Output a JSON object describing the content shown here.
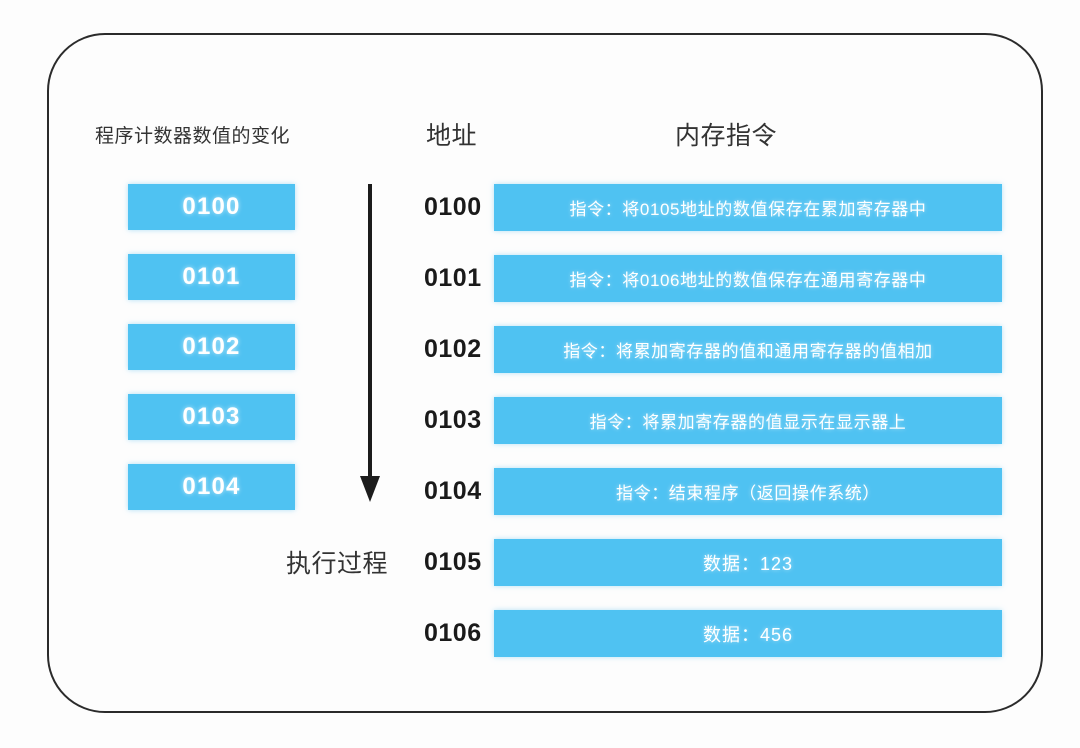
{
  "diagram": {
    "headers": {
      "program_counter": "程序计数器数值的变化",
      "address": "地址",
      "memory_instruction": "内存指令"
    },
    "execution_label": "执行过程",
    "accent_color": "#4FC2F2",
    "frame_color": "#2B2B2B",
    "arrow": {
      "name": "execution-flow-arrow",
      "direction": "down"
    },
    "program_counter_values": [
      "0100",
      "0101",
      "0102",
      "0103",
      "0104"
    ],
    "memory_rows": [
      {
        "address": "0100",
        "content": "指令：将0105地址的数值保存在累加寄存器中",
        "kind": "instruction"
      },
      {
        "address": "0101",
        "content": "指令：将0106地址的数值保存在通用寄存器中",
        "kind": "instruction"
      },
      {
        "address": "0102",
        "content": "指令：将累加寄存器的值和通用寄存器的值相加",
        "kind": "instruction"
      },
      {
        "address": "0103",
        "content": "指令：将累加寄存器的值显示在显示器上",
        "kind": "instruction"
      },
      {
        "address": "0104",
        "content": "指令：结束程序（返回操作系统）",
        "kind": "instruction"
      },
      {
        "address": "0105",
        "content": "数据：123",
        "kind": "data"
      },
      {
        "address": "0106",
        "content": "数据：456",
        "kind": "data"
      }
    ]
  }
}
